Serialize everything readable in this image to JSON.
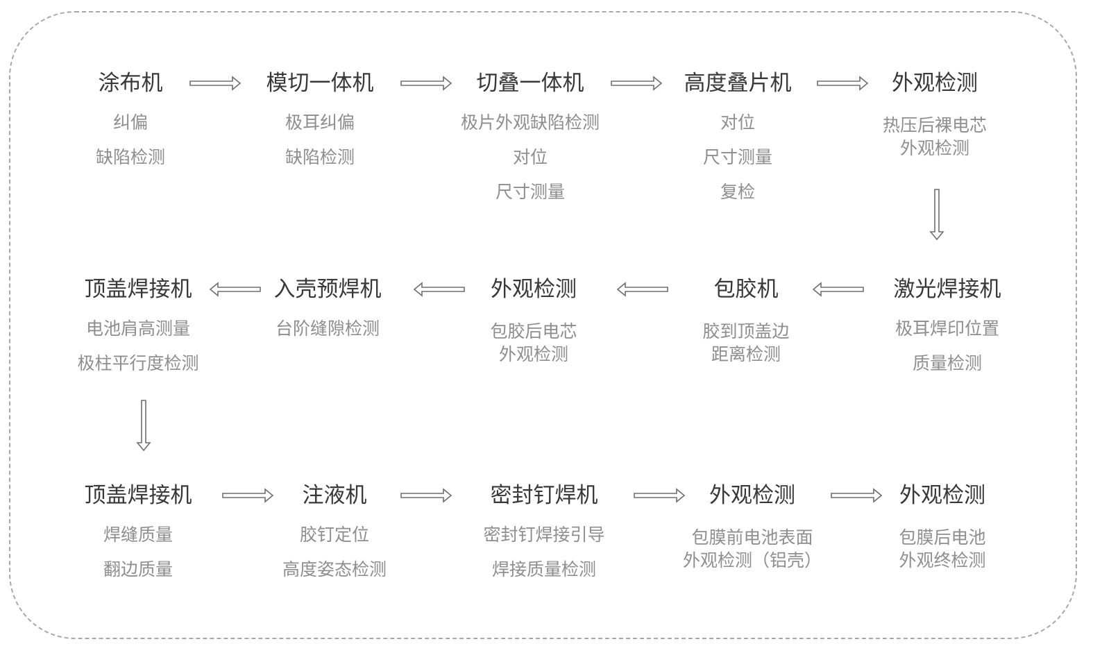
{
  "rows": [
    [
      {
        "title": "涂布机",
        "desc": [
          "纠偏",
          "缺陷检测"
        ],
        "spacing": "spaced"
      },
      {
        "title": "模切一体机",
        "desc": [
          "极耳纠偏",
          "缺陷检测"
        ],
        "spacing": "spaced"
      },
      {
        "title": "切叠一体机",
        "desc": [
          "极片外观缺陷检测",
          "对位",
          "尺寸测量"
        ],
        "spacing": "spaced"
      },
      {
        "title": "高度叠片机",
        "desc": [
          "对位",
          "尺寸测量",
          "复检"
        ],
        "spacing": "spaced"
      },
      {
        "title": "外观检测",
        "desc": [
          "热压后裸电芯",
          "外观检测"
        ],
        "spacing": "tight"
      }
    ],
    [
      {
        "title": "顶盖焊接机",
        "desc": [
          "电池肩高测量",
          "极柱平行度检测"
        ],
        "spacing": "spaced"
      },
      {
        "title": "入壳预焊机",
        "desc": [
          "台阶缝隙检测"
        ],
        "spacing": "spaced"
      },
      {
        "title": "外观检测",
        "desc": [
          "包胶后电芯",
          "外观检测"
        ],
        "spacing": "tight"
      },
      {
        "title": "包胶机",
        "desc": [
          "胶到顶盖边",
          "距离检测"
        ],
        "spacing": "tight"
      },
      {
        "title": "激光焊接机",
        "desc": [
          "极耳焊印位置",
          "质量检测"
        ],
        "spacing": "spaced"
      }
    ],
    [
      {
        "title": "顶盖焊接机",
        "desc": [
          "焊缝质量",
          "翻边质量"
        ],
        "spacing": "spaced"
      },
      {
        "title": "注液机",
        "desc": [
          "胶钉定位",
          "高度姿态检测"
        ],
        "spacing": "spaced"
      },
      {
        "title": "密封钉焊机",
        "desc": [
          "密封钉焊接引导",
          "焊接质量检测"
        ],
        "spacing": "spaced"
      },
      {
        "title": "外观检测",
        "desc": [
          "包膜前电池表面",
          "外观检测（铝壳）"
        ],
        "spacing": "tight"
      },
      {
        "title": "外观检测",
        "desc": [
          "包膜后电池",
          "外观终检测"
        ],
        "spacing": "tight"
      }
    ]
  ],
  "colors": {
    "title": "#383838",
    "desc": "#8e8e8e",
    "arrow": "#6e6e6e",
    "frame": "#a8a8a8"
  }
}
